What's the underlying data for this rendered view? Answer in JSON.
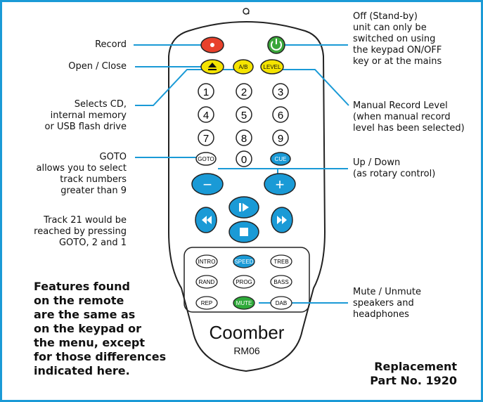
{
  "remote": {
    "brand": "Coomber",
    "model": "RM06",
    "numbers": [
      "1",
      "2",
      "3",
      "4",
      "5",
      "6",
      "7",
      "8",
      "9",
      "0"
    ],
    "goto": "GOTO",
    "cue": "CUE",
    "ab": "A/B",
    "level": "LEVEL",
    "minus": "−",
    "plus": "+",
    "lower_buttons": [
      "INTRO",
      "SPEED",
      "TREB",
      "RAND",
      "PROG",
      "BASS",
      "REP",
      "MUTE",
      "DAB"
    ]
  },
  "callouts": {
    "record": "Record",
    "open_close": "Open / Close",
    "selects": "Selects CD,\ninternal memory\nor USB flash drive",
    "goto": "GOTO\nallows you to select\ntrack numbers\ngreater than 9",
    "track21": "Track 21 would be\nreached by pressing\nGOTO, 2 and 1",
    "off": "Off (Stand-by)\nunit can only be\nswitched on using\nthe keypad ON/OFF\nkey or at the mains",
    "manual_level": "Manual Record Level\n(when manual record\nlevel has been selected)",
    "up_down": "Up / Down\n(as rotary control)",
    "mute": "Mute / Unmute\nspeakers and\nheadphones"
  },
  "notes": {
    "features": "Features found\non the remote\nare the same as\non the keypad or\nthe menu, except\nfor those differences\nindicated here.",
    "replacement": "Replacement\nPart No. 1920"
  },
  "colors": {
    "frame": "#1a9ad6",
    "blue_button": "#1a9ad6",
    "record_red": "#e8412c",
    "power_green": "#3aa63a",
    "yellow": "#f5e400",
    "mute_green": "#2faa3a",
    "leader": "#1a9ad6"
  }
}
